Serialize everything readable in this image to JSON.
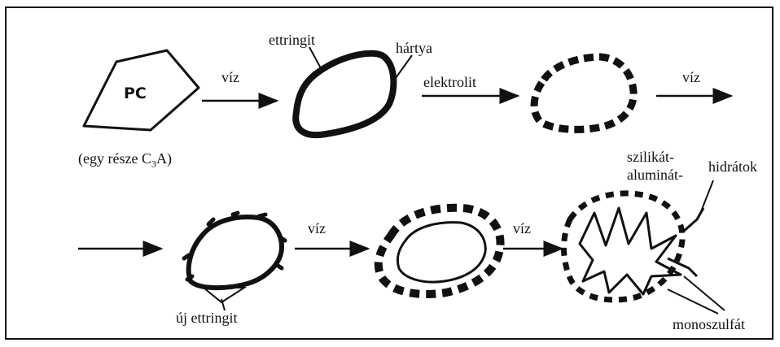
{
  "labels": {
    "pc": "PC",
    "viz": "víz",
    "ettringit": "ettringit",
    "hartya": "hártya",
    "elektrolit": "elektrolit",
    "egy_resze": "(egy része C",
    "sub3": "3",
    "egy_resze_end": "A)",
    "szilikat": "szilikát-",
    "aluminat": "aluminát-",
    "hidratok": "hidrátok",
    "uj_ettringit": "új ettringit",
    "monoszulfat": "monoszulfát"
  }
}
